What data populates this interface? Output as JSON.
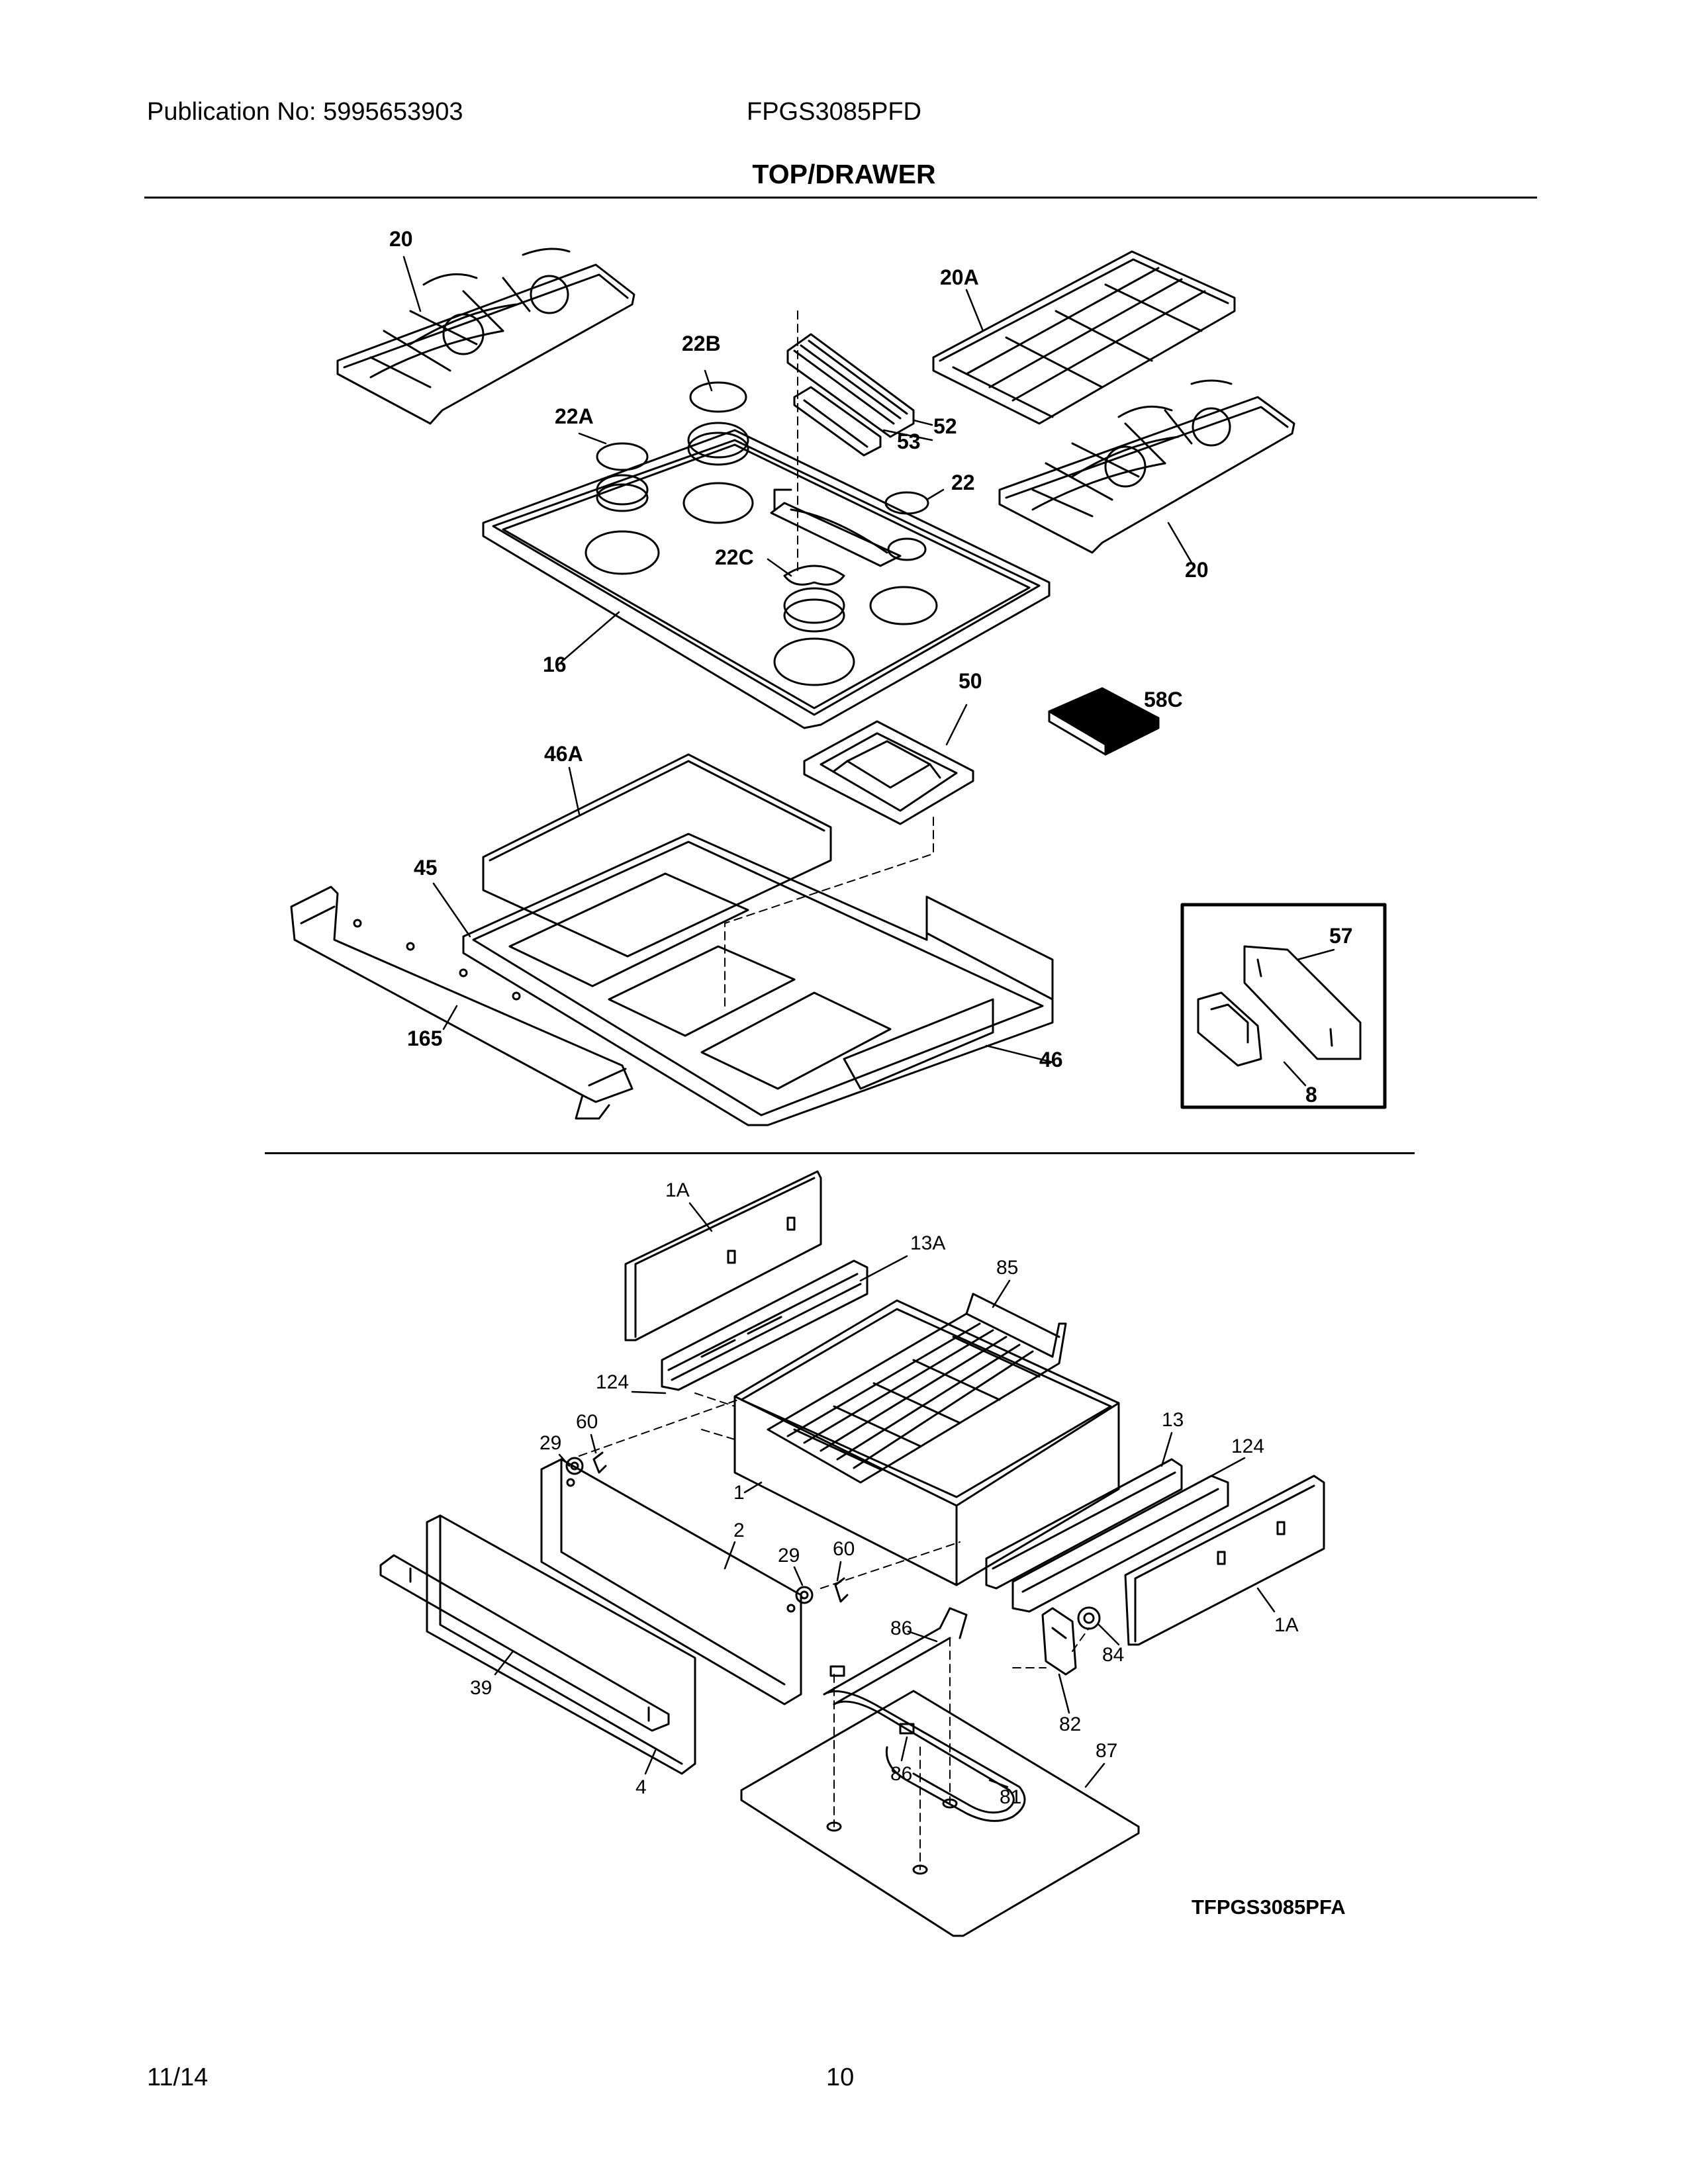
{
  "header": {
    "publication": "Publication No: 5995653903",
    "model": "FPGS3085PFD",
    "section_title": "TOP/DRAWER"
  },
  "footer": {
    "date": "11/14",
    "page": "10"
  },
  "diagram": {
    "code": "TFPGS3085PFA",
    "top_callouts": {
      "c20a": "20",
      "c20b": "20",
      "c20A": "20A",
      "c22": "22",
      "c22A": "22A",
      "c22B": "22B",
      "c22C": "22C",
      "c16": "16",
      "c52": "52",
      "c53": "53",
      "c50": "50",
      "c58C": "58C",
      "c46A": "46A",
      "c45": "45",
      "c165": "165",
      "c46": "46",
      "c57": "57",
      "c8": "8"
    },
    "drawer_callouts": {
      "c1Aa": "1A",
      "c1Ab": "1A",
      "c13A": "13A",
      "c85": "85",
      "c124a": "124",
      "c124b": "124",
      "c29a": "29",
      "c60a": "60",
      "c29b": "29",
      "c60b": "60",
      "c13": "13",
      "c1": "1",
      "c2": "2",
      "c39": "39",
      "c4": "4",
      "c86a": "86",
      "c86b": "86",
      "c84": "84",
      "c82": "82",
      "c87": "87",
      "c81": "81"
    }
  }
}
